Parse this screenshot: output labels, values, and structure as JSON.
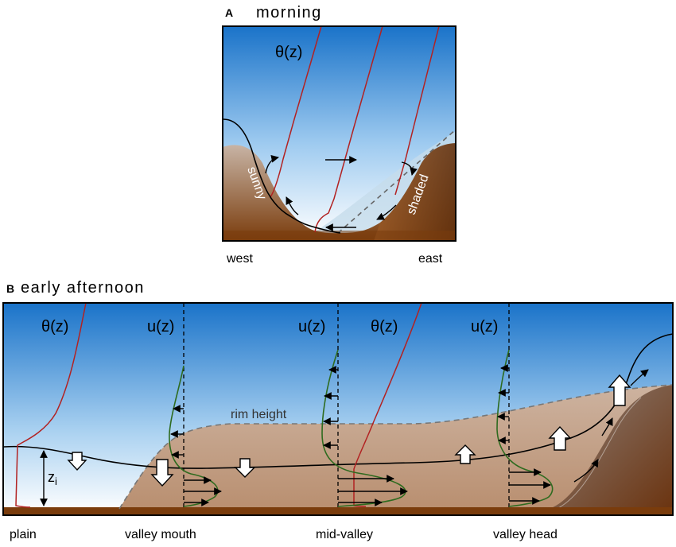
{
  "panel_a": {
    "letter": "A",
    "title": "morning",
    "theta_label": "θ(z)",
    "sunny_label": "sunny",
    "shaded_label": "shaded",
    "west_label": "west",
    "east_label": "east"
  },
  "panel_b": {
    "letter": "B",
    "title": "early afternoon",
    "theta_label": "θ(z)",
    "u_label": "u(z)",
    "rim_label": "rim height",
    "zi_label": "z",
    "zi_sub": "i",
    "locations": [
      "plain",
      "valley mouth",
      "mid-valley",
      "valley head"
    ]
  }
}
